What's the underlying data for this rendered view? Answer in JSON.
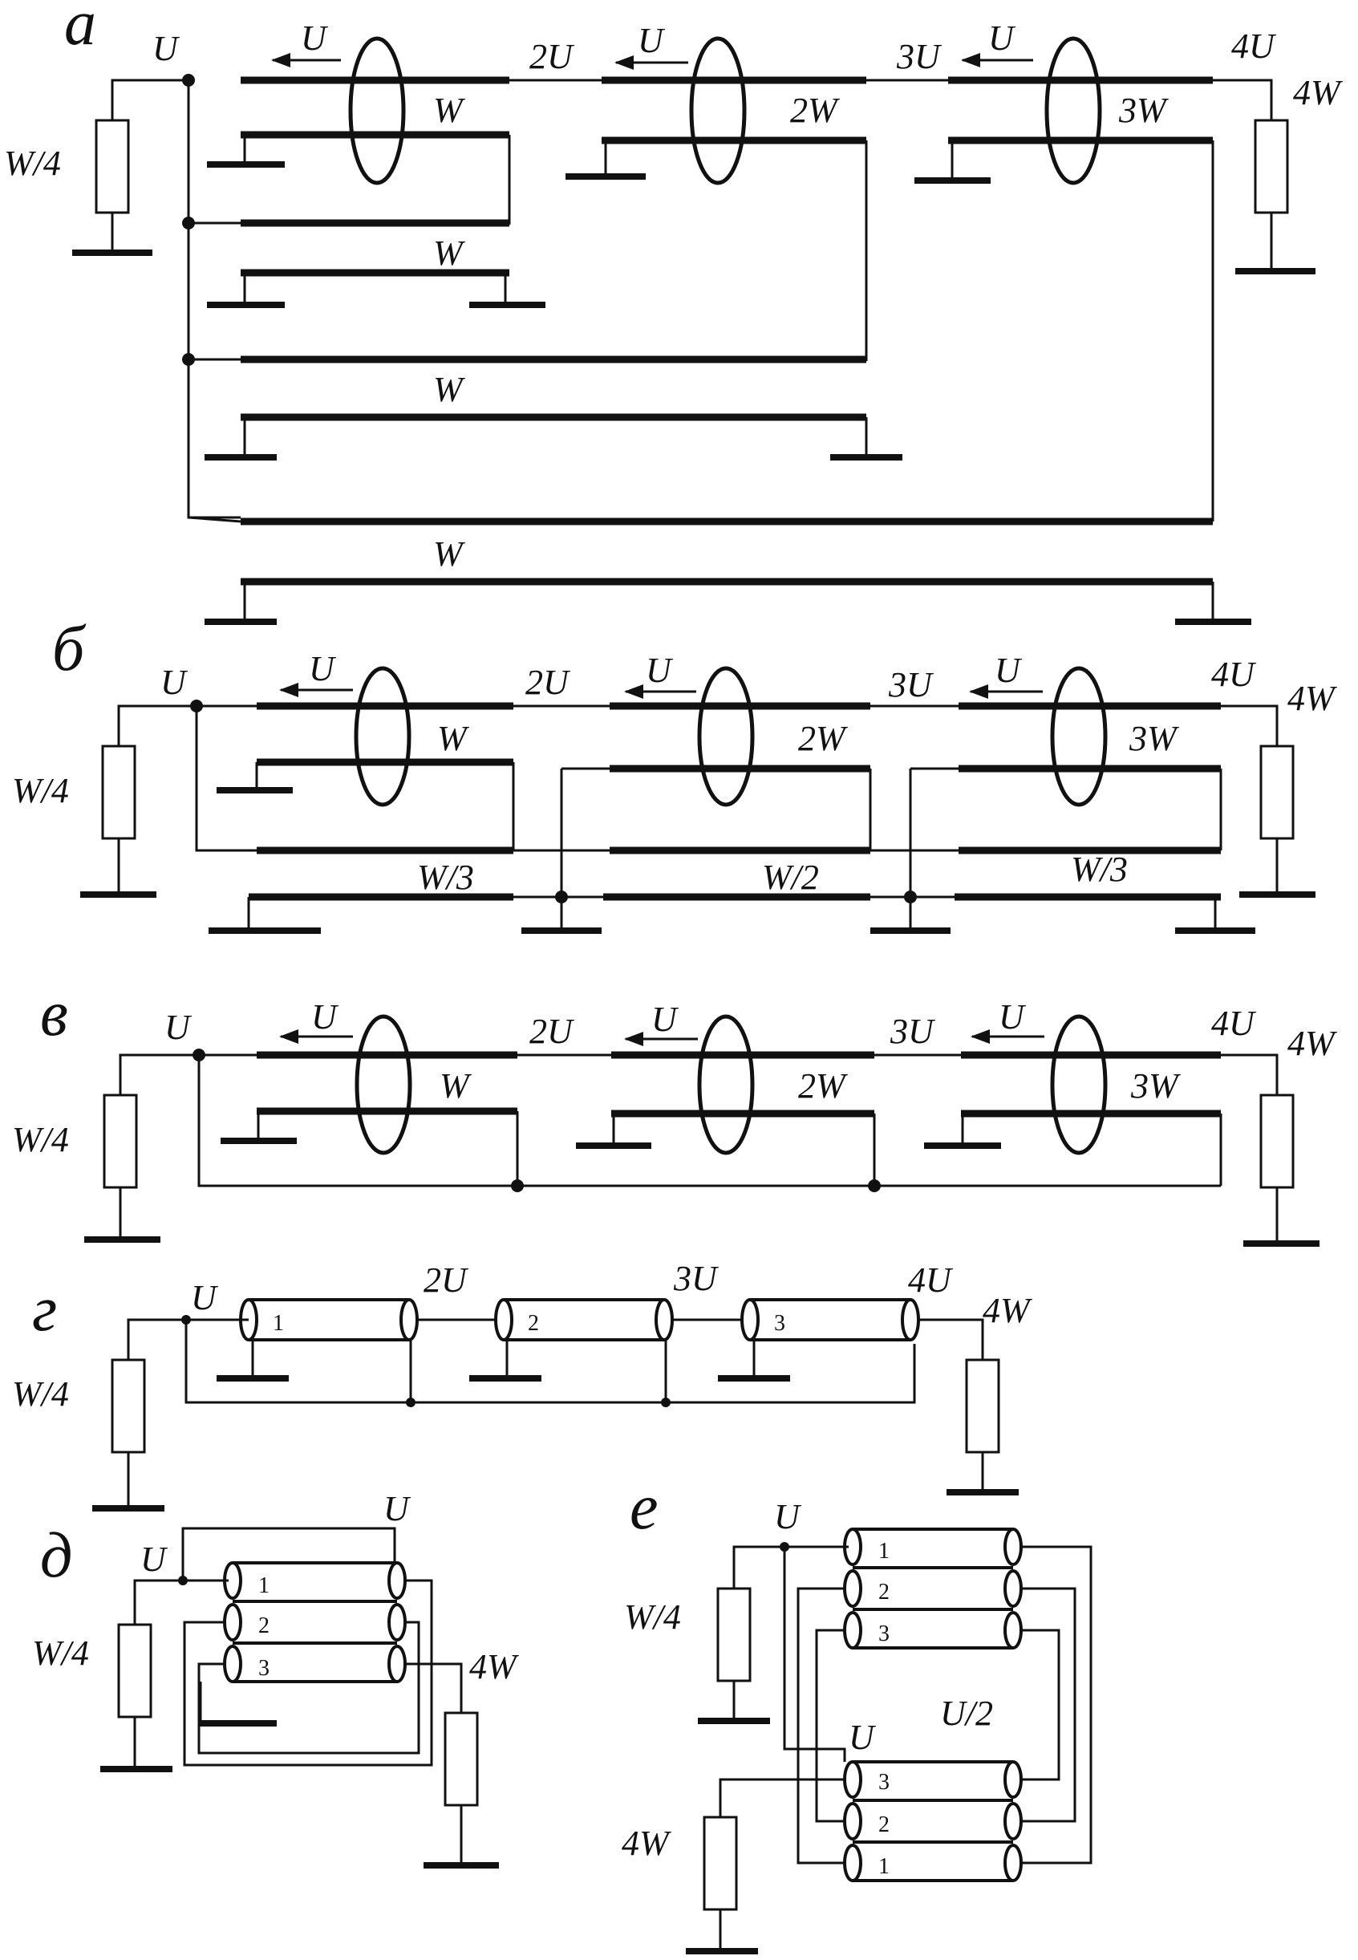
{
  "panels": {
    "a": {
      "letter": "а",
      "u": "U",
      "u2": "2U",
      "u3": "3U",
      "u4": "4U",
      "u_arrow": "U",
      "w": "W",
      "w2": "2W",
      "w3": "3W",
      "w_over_4": "W/4",
      "w4": "4W"
    },
    "b": {
      "letter": "б",
      "u": "U",
      "u2": "2U",
      "u3": "3U",
      "u4": "4U",
      "u_arrow": "U",
      "w": "W",
      "w2": "2W",
      "w3": "3W",
      "w_over_3": "W/3",
      "w_over_2": "W/2",
      "w_over_4": "W/4",
      "w4": "4W"
    },
    "v": {
      "letter": "в",
      "u": "U",
      "u2": "2U",
      "u3": "3U",
      "u4": "4U",
      "u_arrow": "U",
      "w": "W",
      "w2": "2W",
      "w3": "3W",
      "w_over_4": "W/4",
      "w4": "4W"
    },
    "g": {
      "letter": "г",
      "u": "U",
      "u2": "2U",
      "u3": "3U",
      "u4": "4U",
      "n1": "1",
      "n2": "2",
      "n3": "3",
      "w_over_4": "W/4",
      "w4": "4W"
    },
    "d": {
      "letter": "д",
      "u": "U",
      "n1": "1",
      "n2": "2",
      "n3": "3",
      "w_over_4": "W/4",
      "w4": "4W"
    },
    "e": {
      "letter": "е",
      "u": "U",
      "u_half": "U/2",
      "n1": "1",
      "n2": "2",
      "n3": "3",
      "w_over_4": "W/4",
      "w4": "4W"
    }
  }
}
